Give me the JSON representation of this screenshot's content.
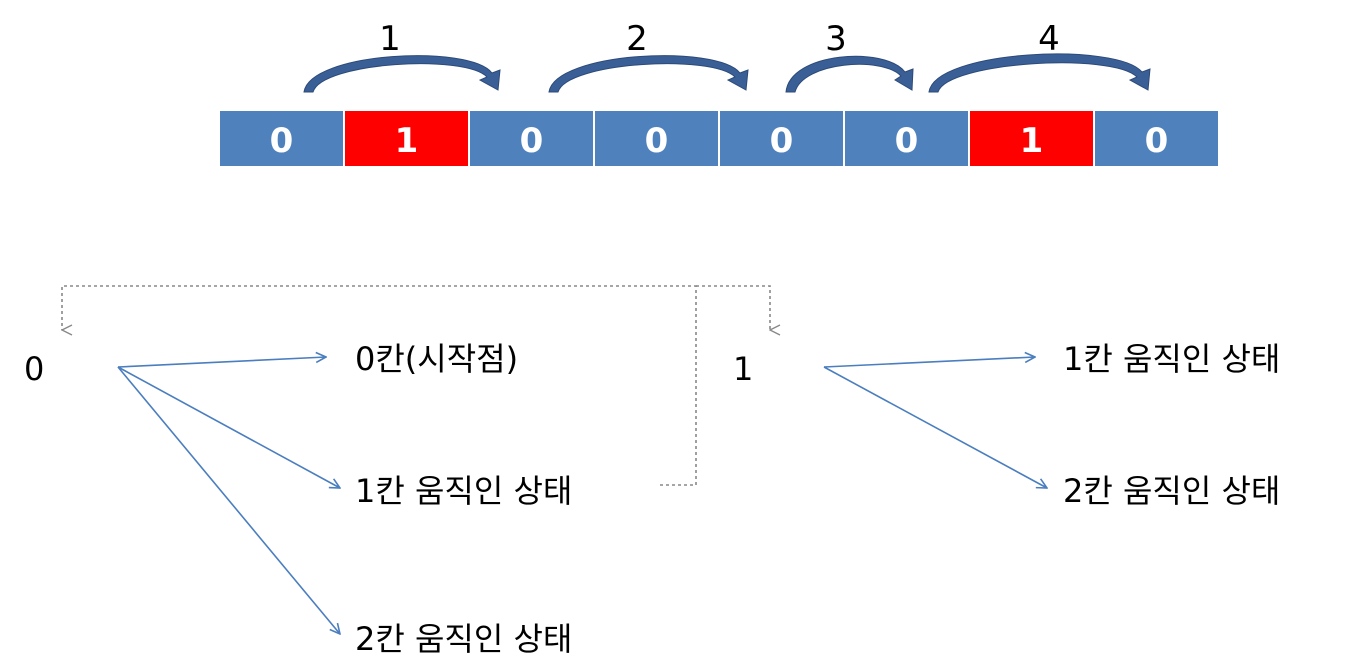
{
  "cells": [
    "0",
    "1",
    "0",
    "0",
    "0",
    "0",
    "1",
    "0"
  ],
  "cell_colors": {
    "0": "#4f81bd",
    "1": "#ff0000",
    "border": "#ffffff"
  },
  "jumps": [
    "1",
    "2",
    "3",
    "4"
  ],
  "jump_arrow_color": "#3a5f96",
  "tree_left": {
    "root": "0",
    "children": [
      "0칸(시작점)",
      "1칸 움직인 상태",
      "2칸 움직인 상태"
    ]
  },
  "tree_right": {
    "root": "1",
    "children": [
      "1칸 움직인 상태",
      "2칸 움직인 상태"
    ]
  },
  "branch_arrow_color": "#4a7ebf",
  "dotted_connector_color": "#888888"
}
